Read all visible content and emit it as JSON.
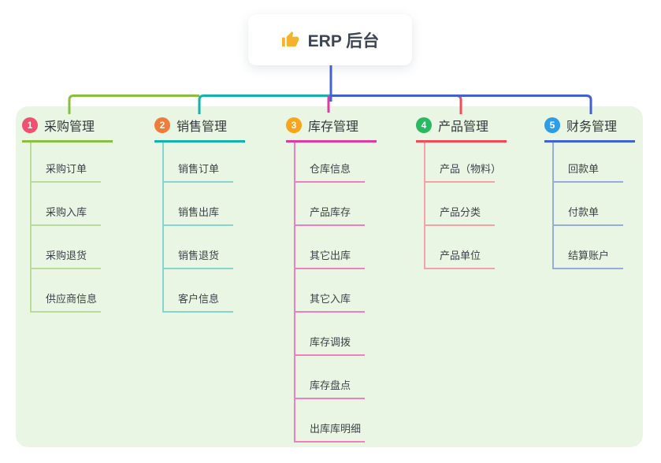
{
  "root": {
    "title": "ERP 后台",
    "icon": "thumbs-up-icon"
  },
  "colors": {
    "panel_bg": "#e9f6e3",
    "root_connector": "#4660d6",
    "icon_yellow": "#f3b32c"
  },
  "branches": [
    {
      "num": "1",
      "label": "采购管理",
      "badge_color": "#f1506e",
      "line_color": "#8abd40",
      "subline_color": "#b9dc9b",
      "items": [
        "采购订单",
        "采购入库",
        "采购退货",
        "供应商信息"
      ]
    },
    {
      "num": "2",
      "label": "销售管理",
      "badge_color": "#ef7c3a",
      "line_color": "#16b1aa",
      "subline_color": "#87d5d0",
      "items": [
        "销售订单",
        "销售出库",
        "销售退货",
        "客户信息"
      ]
    },
    {
      "num": "3",
      "label": "库存管理",
      "badge_color": "#f9a51b",
      "line_color": "#de3c9e",
      "subline_color": "#ef7ec2",
      "items": [
        "仓库信息",
        "产品库存",
        "其它出库",
        "其它入库",
        "库存调拨",
        "库存盘点",
        "出库库明细"
      ]
    },
    {
      "num": "4",
      "label": "产品管理",
      "badge_color": "#29b961",
      "line_color": "#f04b59",
      "subline_color": "#f7a0a7",
      "items": [
        "产品（物料）",
        "产品分类",
        "产品单位"
      ]
    },
    {
      "num": "5",
      "label": "财务管理",
      "badge_color": "#2d9de9",
      "line_color": "#4160d3",
      "subline_color": "#98abe0",
      "items": [
        "回款单",
        "付款单",
        "结算账户"
      ]
    }
  ]
}
